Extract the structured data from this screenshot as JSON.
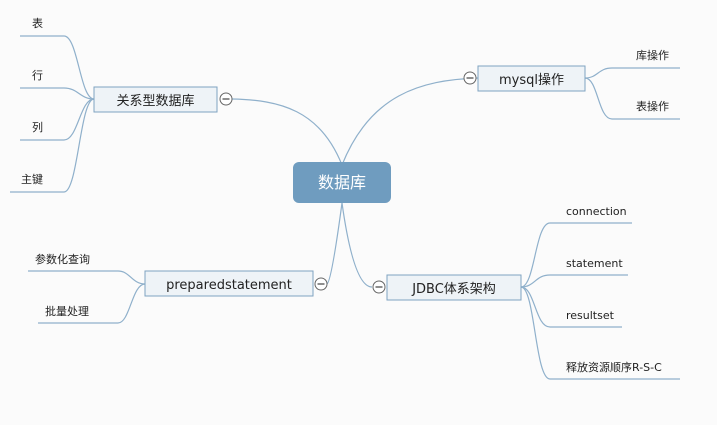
{
  "root": {
    "label": "数据库"
  },
  "branches": {
    "relational_db": {
      "label": "关系型数据库",
      "children": [
        "表",
        "行",
        "列",
        "主键"
      ]
    },
    "mysql": {
      "label": "mysql操作",
      "children": [
        "库操作",
        "表操作"
      ]
    },
    "jdbc": {
      "label": "JDBC体系架构",
      "children": [
        "connection",
        "statement",
        "resultset",
        "释放资源顺序R-S-C"
      ]
    },
    "prepared": {
      "label": "preparedstatement",
      "children": [
        "参数化查询",
        "批量处理"
      ]
    }
  },
  "colors": {
    "background": "#fbfbfb",
    "root_fill": "#6f9cbf",
    "branch_fill": "#eef3f7",
    "branch_stroke": "#7fa3c0",
    "line": "#8fb0cb"
  }
}
